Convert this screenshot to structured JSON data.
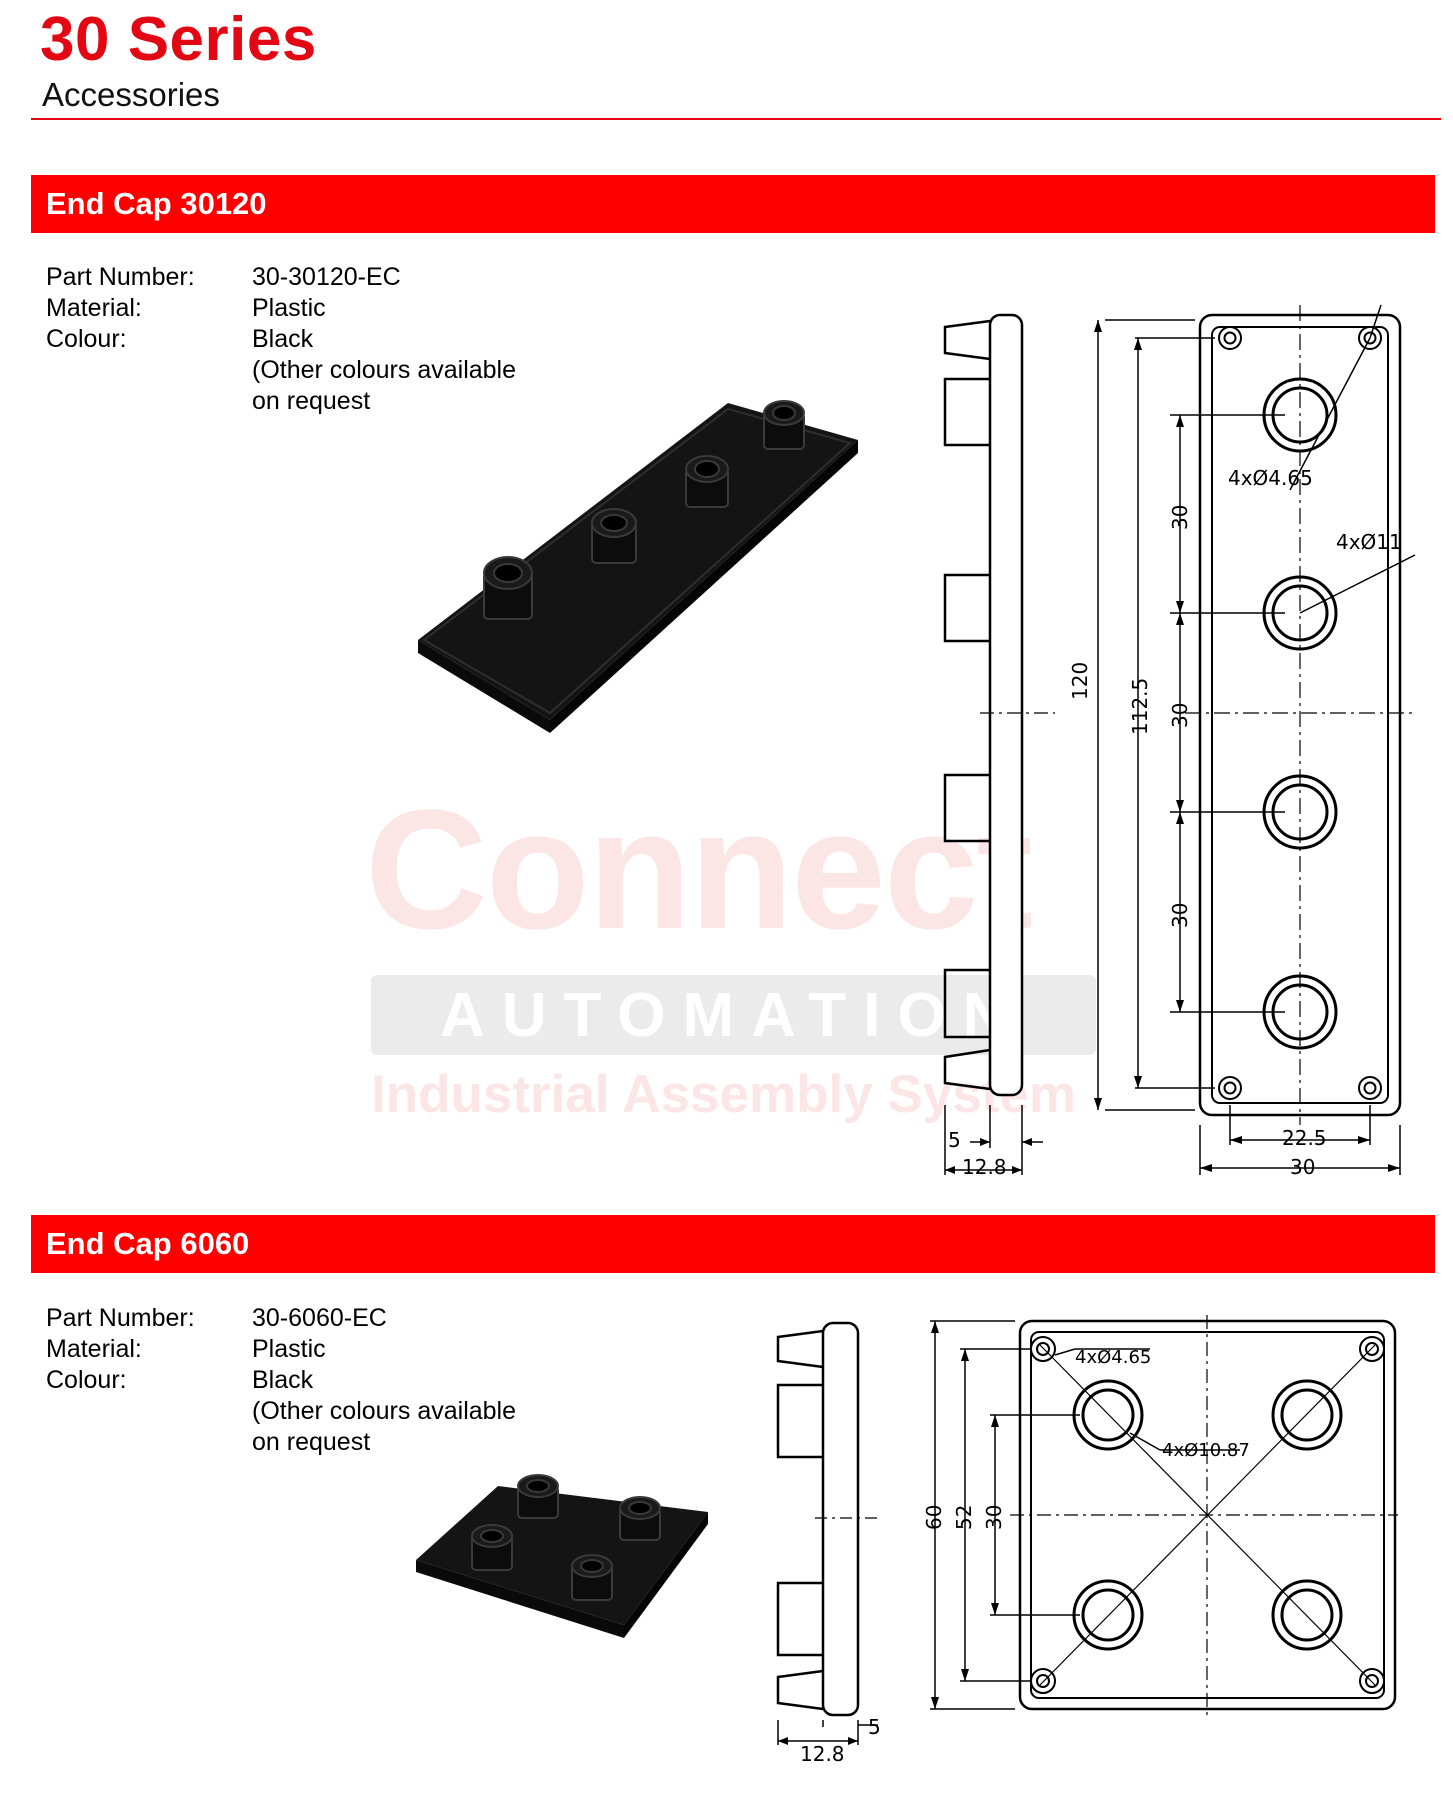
{
  "header": {
    "title": "30 Series",
    "subtitle": "Accessories"
  },
  "colors": {
    "brand_red": "#e30613",
    "section_bar": "#ff0000",
    "product_black": "#141414"
  },
  "watermark": {
    "line1": "Connect",
    "line2": "AUTOMATION",
    "line3": "Industrial Assembly System"
  },
  "products": [
    {
      "name": "End Cap 30120",
      "specs": [
        {
          "label": "Part Number:",
          "value": "30-30120-EC"
        },
        {
          "label": "Material:",
          "value": "Plastic"
        },
        {
          "label": "Colour:",
          "value": "Black"
        }
      ],
      "note_line1": "(Other colours available",
      "note_line2": "on request",
      "drawing": {
        "side_dims": [
          "5",
          "12.8"
        ],
        "front_dims": [
          "120",
          "112.5",
          "30",
          "30",
          "30",
          "22.5",
          "30"
        ],
        "callouts": [
          "4xØ4.65",
          "4xØ11"
        ]
      }
    },
    {
      "name": "End Cap 6060",
      "specs": [
        {
          "label": "Part Number:",
          "value": "30-6060-EC"
        },
        {
          "label": "Material:",
          "value": "Plastic"
        },
        {
          "label": "Colour:",
          "value": "Black"
        }
      ],
      "note_line1": "(Other colours available",
      "note_line2": "on request",
      "drawing": {
        "side_dims": [
          "5",
          "12.8"
        ],
        "front_dims": [
          "60",
          "52",
          "30"
        ],
        "callouts": [
          "4xØ4.65",
          "4xØ10.87"
        ]
      }
    }
  ]
}
